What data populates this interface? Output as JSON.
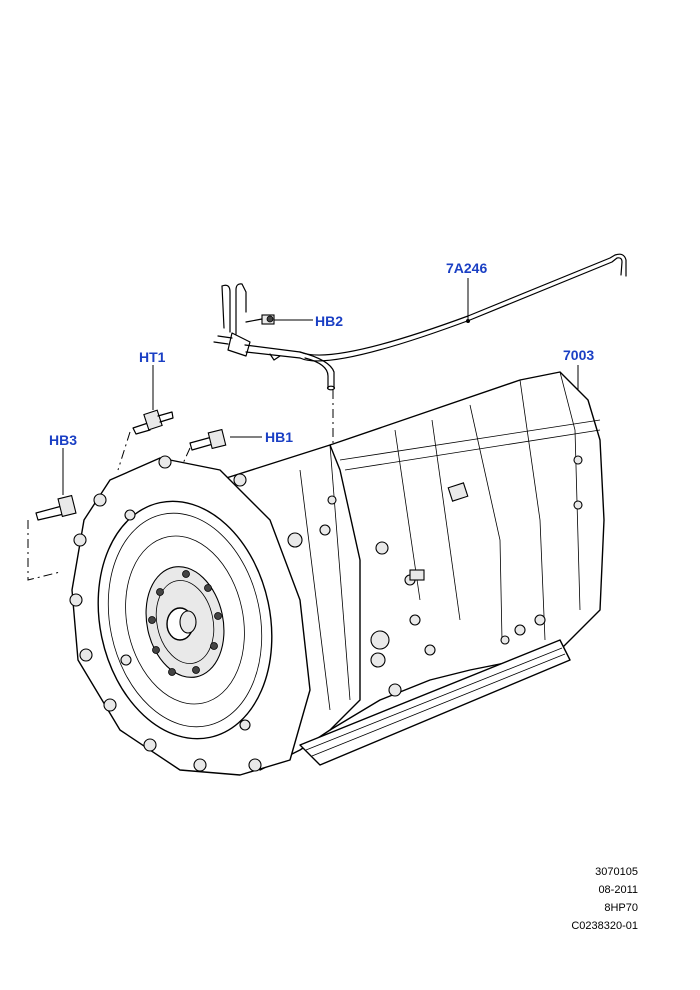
{
  "callouts": {
    "hb2": "HB2",
    "a7246": "7A246",
    "ht1": "HT1",
    "n7003": "7003",
    "hb3": "HB3",
    "hb1": "HB1"
  },
  "footer": {
    "line1": "3070105",
    "line2": "08-2011",
    "line3": "8HP70",
    "line4": "C0238320-01"
  },
  "colors": {
    "callout": "#1a3fc4",
    "line": "#000000"
  }
}
